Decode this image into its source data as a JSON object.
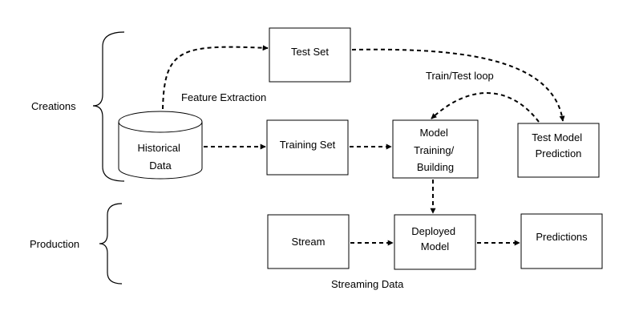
{
  "groups": {
    "creations": "Creations",
    "production": "Production"
  },
  "nodes": {
    "historical": [
      "Historical",
      "Data"
    ],
    "test_set": "Test Set",
    "training_set": "Training Set",
    "model_training": [
      "Model",
      "Training/",
      "Building"
    ],
    "test_prediction": [
      "Test Model",
      "Prediction"
    ],
    "stream": "Stream",
    "deployed": [
      "Deployed",
      "Model"
    ],
    "predictions": "Predictions"
  },
  "labels": {
    "feature_extraction": "Feature Extraction",
    "train_test_loop": "Train/Test loop",
    "streaming_data": "Streaming Data"
  }
}
